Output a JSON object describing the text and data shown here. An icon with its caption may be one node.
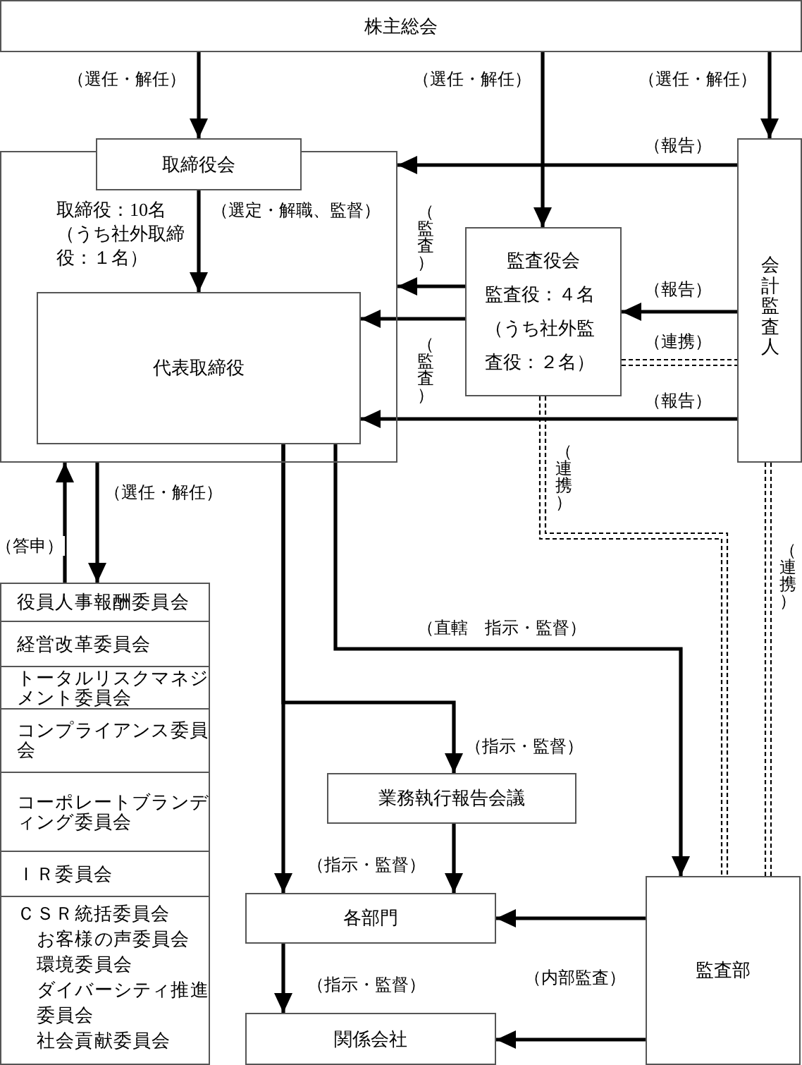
{
  "diagram": {
    "nodes": [
      {
        "text": [
          "株主総会"
        ]
      },
      {
        "text": [
          "取締役会"
        ]
      },
      {
        "text": [
          "取締役：10名（うち社外取締役：１名）"
        ]
      },
      {
        "text": [
          "代表取締役"
        ],
        "in": 2
      },
      {
        "text": [
          "監査役会",
          "監査役：４名（うち社外監査役：２名）"
        ]
      },
      {
        "text": [
          "会計監査人"
        ]
      },
      {
        "text": [],
        "shape": "box"
      },
      {
        "text": [
          "役員人事報酬委員会"
        ],
        "in": 6
      },
      {
        "text": [
          "経営改革委員会"
        ],
        "in": 6
      },
      {
        "text": [
          "トータルリスクマネジメント委員会"
        ],
        "in": 6
      },
      {
        "text": [
          "コンプライアンス委員会"
        ],
        "in": 6
      },
      {
        "text": [
          "コーポレートブランディング委員会"
        ],
        "in": 6
      },
      {
        "text": [
          "ＩＲ委員会"
        ],
        "in": 6
      },
      {
        "text": [
          "ＣＳＲ統括委員会",
          "お客様の声委員会",
          "環境委員会",
          "ダイバーシティ推進委員会",
          "社会貢献委員会"
        ],
        "in": 6
      },
      {
        "text": [
          "業務執行報告会議"
        ]
      },
      {
        "text": [
          "各部門"
        ]
      },
      {
        "text": [
          "関係会社"
        ]
      },
      {
        "text": [
          "監査部"
        ]
      }
    ],
    "edges": [
      {
        "from": 0,
        "to": 1,
        "arrow": "to",
        "label": "（選任・解任）"
      },
      {
        "from": 0,
        "to": 4,
        "arrow": "to",
        "label": "（選任・解任）"
      },
      {
        "from": 0,
        "to": 5,
        "arrow": "to",
        "label": "（選任・解任）"
      },
      {
        "from": 5,
        "to": 2,
        "arrow": "to",
        "label": "（報告）"
      },
      {
        "from": 1,
        "to": 3,
        "arrow": "to",
        "label": "（選定・解職、監督）"
      },
      {
        "from": 4,
        "to": 2,
        "arrow": "to",
        "label": "（監査）"
      },
      {
        "from": 4,
        "to": 3,
        "arrow": "to",
        "label": "（監査）"
      },
      {
        "from": 5,
        "to": 4,
        "arrow": "to",
        "label": "（報告）"
      },
      {
        "from": 4,
        "to": 5,
        "arrow": "none",
        "label": "（連携）",
        "style": "dashed"
      },
      {
        "from": 5,
        "to": 3,
        "arrow": "to",
        "label": "（報告）"
      },
      {
        "from": 4,
        "to": 17,
        "arrow": "none",
        "label": "（連携）",
        "style": "dashed"
      },
      {
        "from": 5,
        "to": 17,
        "arrow": "none",
        "label": "（連携）",
        "style": "dashed"
      },
      {
        "from": 2,
        "to": 6,
        "arrow": "to",
        "label": "（選任・解任）"
      },
      {
        "from": 6,
        "to": 2,
        "arrow": "to",
        "label": "（答申）"
      },
      {
        "from": 3,
        "to": 15,
        "arrow": "to",
        "label": "（指示・監督）"
      },
      {
        "from": 3,
        "to": 14,
        "arrow": "to",
        "label": "（指示・監督）"
      },
      {
        "from": 14,
        "to": 15,
        "arrow": "to"
      },
      {
        "from": 3,
        "to": 17,
        "arrow": "to",
        "label": "（直轄　指示・監督）"
      },
      {
        "from": 17,
        "to": 15,
        "arrow": "to"
      },
      {
        "from": 17,
        "to": 16,
        "arrow": "to",
        "label": "（内部監査）"
      },
      {
        "from": 15,
        "to": 16,
        "arrow": "to",
        "label": "（指示・監督）"
      }
    ]
  }
}
